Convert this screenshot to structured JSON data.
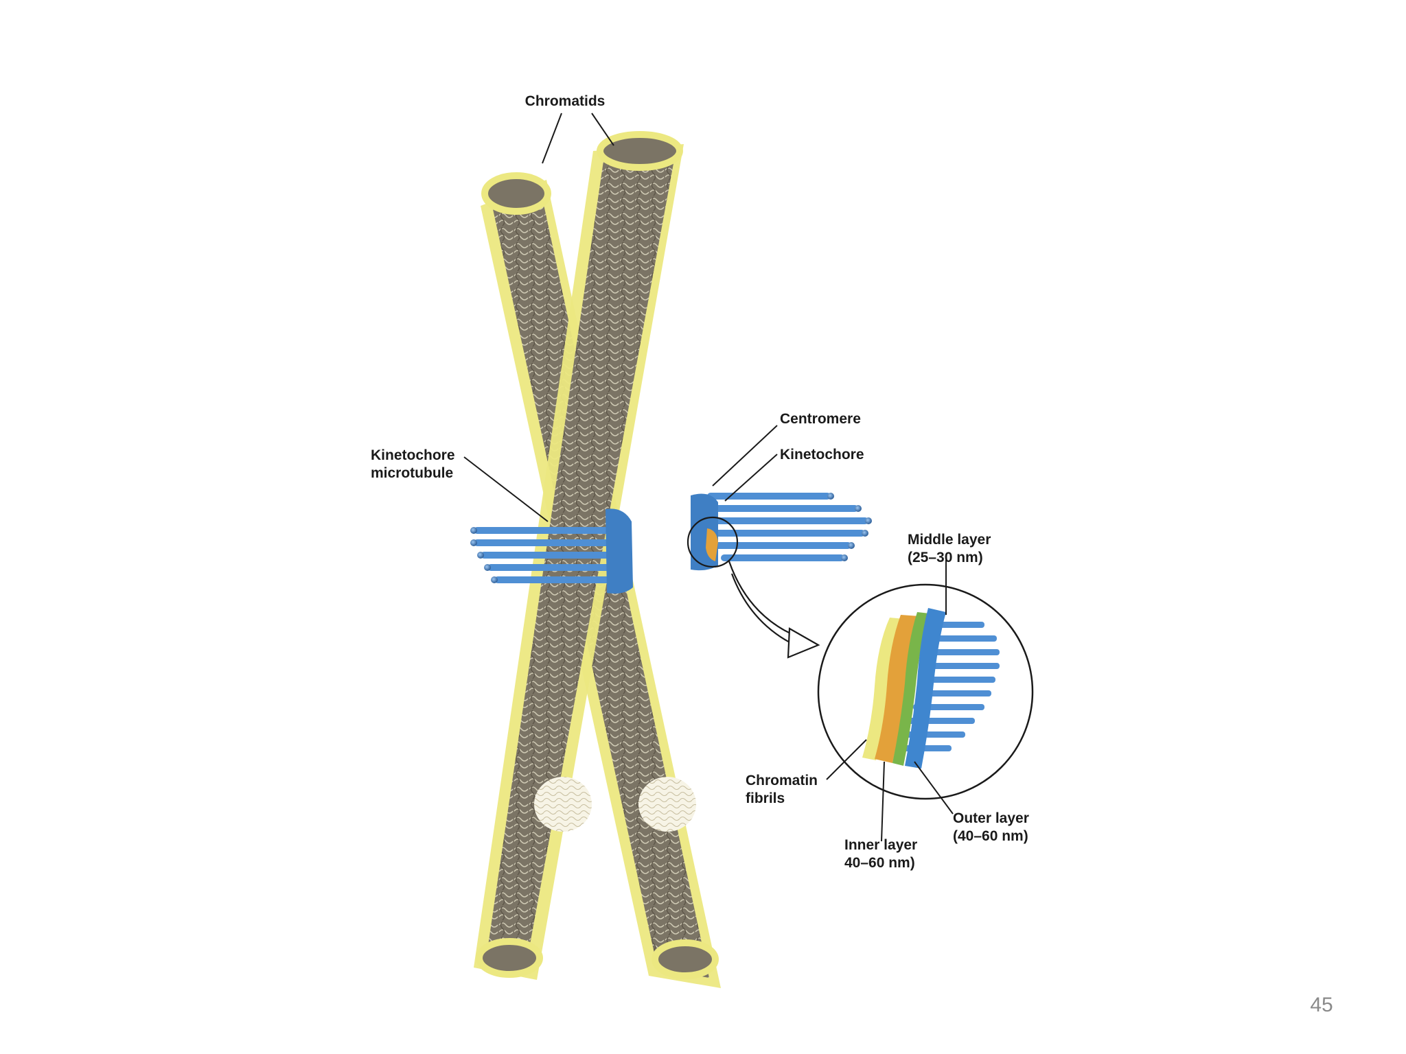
{
  "labels": {
    "chromatids": "Chromatids",
    "kinetochore_microtubule_line1": "Kinetochore",
    "kinetochore_microtubule_line2": "microtubule",
    "centromere": "Centromere",
    "kinetochore": "Kinetochore",
    "middle_layer_line1": "Middle layer",
    "middle_layer_line2": "(25–30 nm)",
    "chromatin_fibrils_line1": "Chromatin",
    "chromatin_fibrils_line2": "fibrils",
    "outer_layer_line1": "Outer layer",
    "outer_layer_line2": "(40–60 nm)",
    "inner_layer_line1": "Inner layer",
    "inner_layer_line2": "40–60 nm)"
  },
  "page_number": "45",
  "colors": {
    "chromatin_fill": "#7d7566",
    "chromatin_halo": "#e9e683",
    "microtubule": "#4f8fd4",
    "inner_layer": "#e3a13a",
    "middle_layer": "#79b54a",
    "outer_layer": "#3f86cf"
  }
}
